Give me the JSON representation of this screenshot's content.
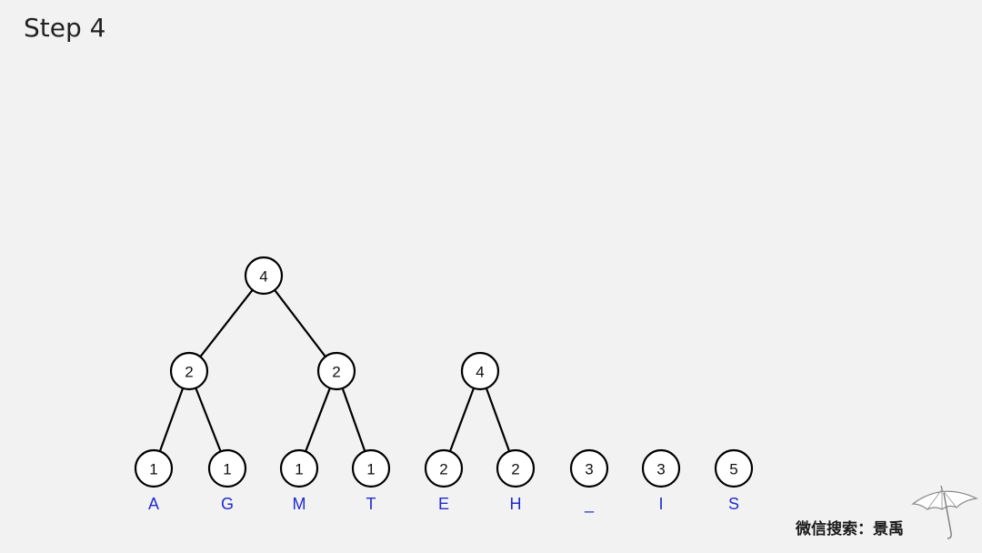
{
  "title": "Step 4",
  "nodes": [
    {
      "id": "root4",
      "value": "4"
    },
    {
      "id": "n2a",
      "value": "2"
    },
    {
      "id": "n2b",
      "value": "2"
    },
    {
      "id": "n4b",
      "value": "4"
    },
    {
      "id": "leafA",
      "value": "1",
      "label": "A"
    },
    {
      "id": "leafG",
      "value": "1",
      "label": "G"
    },
    {
      "id": "leafM",
      "value": "1",
      "label": "M"
    },
    {
      "id": "leafT",
      "value": "1",
      "label": "T"
    },
    {
      "id": "leafE",
      "value": "2",
      "label": "E"
    },
    {
      "id": "leafH",
      "value": "2",
      "label": "H"
    },
    {
      "id": "leafUnderscore",
      "value": "3",
      "label": "_"
    },
    {
      "id": "leafI",
      "value": "3",
      "label": "I"
    },
    {
      "id": "leafS",
      "value": "5",
      "label": "S"
    }
  ],
  "edges": [
    [
      "root4",
      "n2a"
    ],
    [
      "root4",
      "n2b"
    ],
    [
      "n2a",
      "leafA"
    ],
    [
      "n2a",
      "leafG"
    ],
    [
      "n2b",
      "leafM"
    ],
    [
      "n2b",
      "leafT"
    ],
    [
      "n4b",
      "leafE"
    ],
    [
      "n4b",
      "leafH"
    ]
  ],
  "watermark": "微信搜索：景禹",
  "colors": {
    "background": "#f2f2f2",
    "label": "#1f2bd0",
    "stroke": "#000000"
  },
  "icons": {
    "umbrella": "umbrella-icon"
  }
}
